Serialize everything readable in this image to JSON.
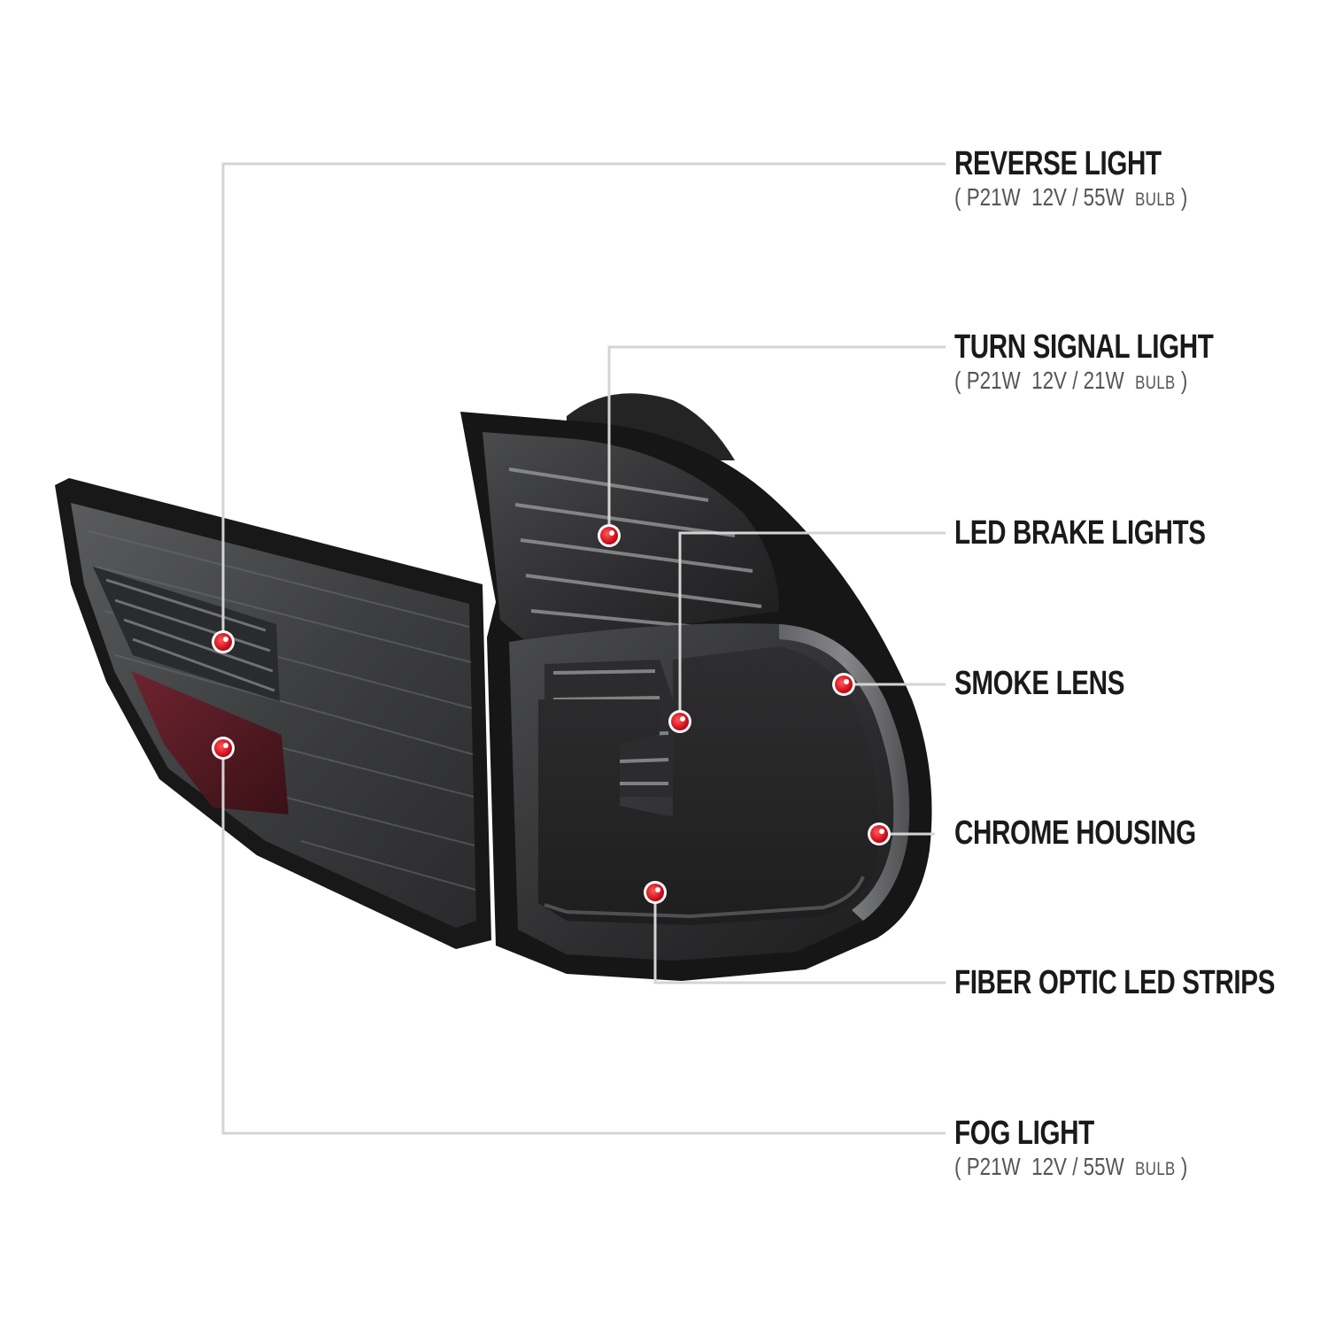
{
  "colors": {
    "callout_line": "#d4d4d4",
    "callout_dot": "#e60012",
    "lens_smoke": "#3b3b3c",
    "lens_dark": "#1f1f20",
    "fog_red": "#5b1a22",
    "label_text": "#1a1a1a",
    "spec_text": "#555555"
  },
  "callouts": [
    {
      "id": "reverse_light",
      "title": "REVERSE LIGHT",
      "spec": {
        "code": "P21W",
        "rating": "12V / 55W",
        "unit": "BULB"
      }
    },
    {
      "id": "turn_signal_light",
      "title": "TURN SIGNAL LIGHT",
      "spec": {
        "code": "P21W",
        "rating": "12V / 21W",
        "unit": "BULB"
      }
    },
    {
      "id": "led_brake_lights",
      "title": "LED BRAKE LIGHTS"
    },
    {
      "id": "smoke_lens",
      "title": "SMOKE LENS"
    },
    {
      "id": "chrome_housing",
      "title": "CHROME HOUSING"
    },
    {
      "id": "fiber_optic_led_strips",
      "title": "FIBER OPTIC LED STRIPS"
    },
    {
      "id": "fog_light",
      "title": "FOG LIGHT",
      "spec": {
        "code": "P21W",
        "rating": "12V / 55W",
        "unit": "BULB"
      }
    }
  ]
}
